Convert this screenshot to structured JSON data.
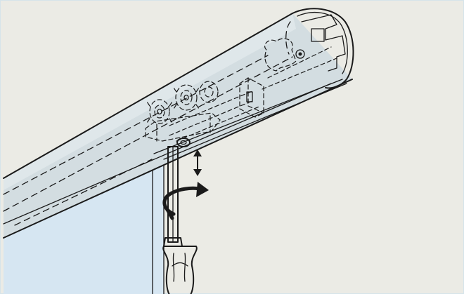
{
  "diagram": {
    "colors": {
      "background": "#ebebe5",
      "rail": "#d3dde1",
      "rail_top": "#dfe7ea",
      "fabric": "#d6e6f2",
      "outline": "#1a1a1a",
      "screwdriver_handle": "#ffffff",
      "frame": "#d6e4ea"
    },
    "icons": [
      "roller-blind-headrail",
      "fabric-panel",
      "adjustment-wheels",
      "mounting-bracket",
      "end-cap",
      "screwdriver",
      "vertical-adjust-arrow",
      "rotate-arrow"
    ]
  }
}
